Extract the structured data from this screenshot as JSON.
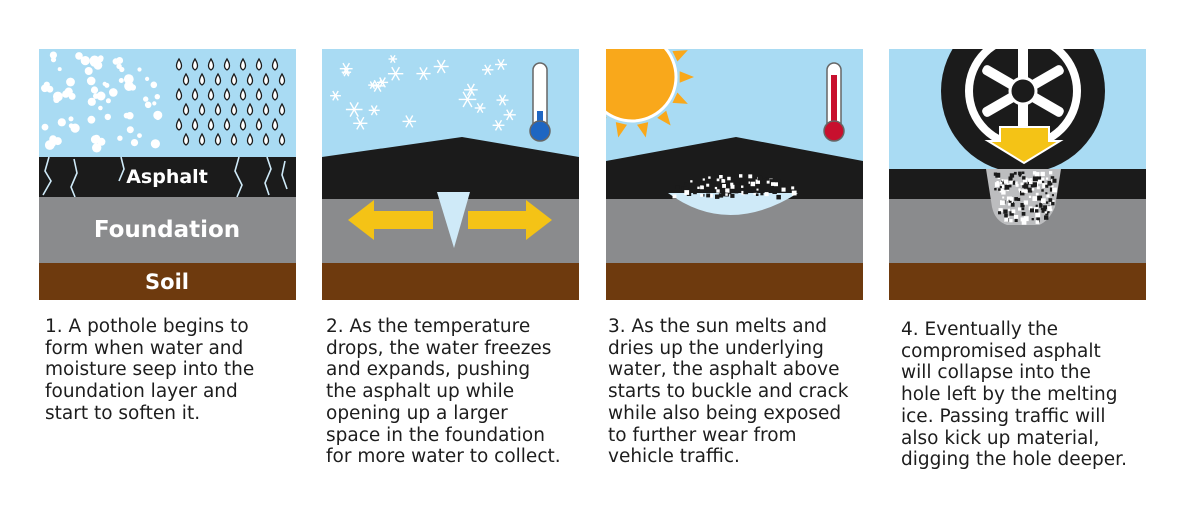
{
  "colors": {
    "sky": "#a9dbf3",
    "asphalt": "#1b1b1b",
    "foundation": "#8a8b8d",
    "soil": "#6e3a0e",
    "ice": "#cfeaf8",
    "arrow": "#f4c316",
    "sun": "#f9a81b",
    "thermometer_cold": "#1e66c2",
    "thermometer_hot": "#c8102e",
    "tire": "#1b1b1b"
  },
  "panels": [
    {
      "step": 1,
      "icons": [
        "snow-icon",
        "rain-drops-icon",
        "crack-icon"
      ],
      "layers": {
        "asphalt": "Asphalt",
        "foundation": "Foundation",
        "soil": "Soil"
      },
      "caption": "1. A pothole begins to\nform when water and\nmoisture seep into the\nfoundation layer and\nstart to soften it."
    },
    {
      "step": 2,
      "icons": [
        "snowflake-icon",
        "thermometer-cold-icon",
        "arrow-left-icon",
        "arrow-right-icon",
        "ice-wedge-icon"
      ],
      "caption": "2. As the temperature\ndrops, the water freezes\nand expands, pushing\nthe asphalt up while\nopening up a larger\nspace in the foundation\nfor more water to collect."
    },
    {
      "step": 3,
      "icons": [
        "sun-icon",
        "thermometer-hot-icon",
        "gravel-icon",
        "water-pocket-icon"
      ],
      "caption": "3. As the sun melts and\ndries up the underlying\nwater, the asphalt above\nstarts to buckle and crack\nwhile also being exposed\nto further wear from\nvehicle traffic."
    },
    {
      "step": 4,
      "icons": [
        "tire-icon",
        "arrow-down-icon",
        "gravel-icon"
      ],
      "caption": "4. Eventually the\ncompromised asphalt\nwill collapse into the\nhole left by the melting\nice. Passing traffic will\nalso kick up material,\ndigging the hole deeper."
    }
  ]
}
